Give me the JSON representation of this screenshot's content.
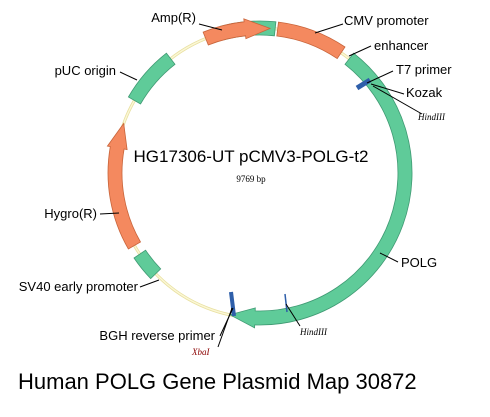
{
  "plasmid": {
    "name": "HG17306-UT pCMV3-POLG-t2",
    "size": "9769 bp"
  },
  "caption": "Human POLG Gene Plasmid Map 30872",
  "features": {
    "amp": "Amp(R)",
    "cmv": "CMV promoter",
    "enhancer": "enhancer",
    "t7": "T7 primer",
    "kozak": "Kozak",
    "puc": "pUC origin",
    "hygro": "Hygro(R)",
    "sv40": "SV40 early promoter",
    "polg": "POLG",
    "bgh": "BGH reverse primer"
  },
  "sites": {
    "hind1": "HindIII",
    "hind2": "HindIII",
    "xba": "XbaI"
  },
  "colors": {
    "backbone": "#f2eaa6",
    "green": "#5fcb99",
    "green_stroke": "#3f9a73",
    "orange": "#f4895f",
    "orange_stroke": "#c8643a",
    "blue": "#2f5faa"
  }
}
